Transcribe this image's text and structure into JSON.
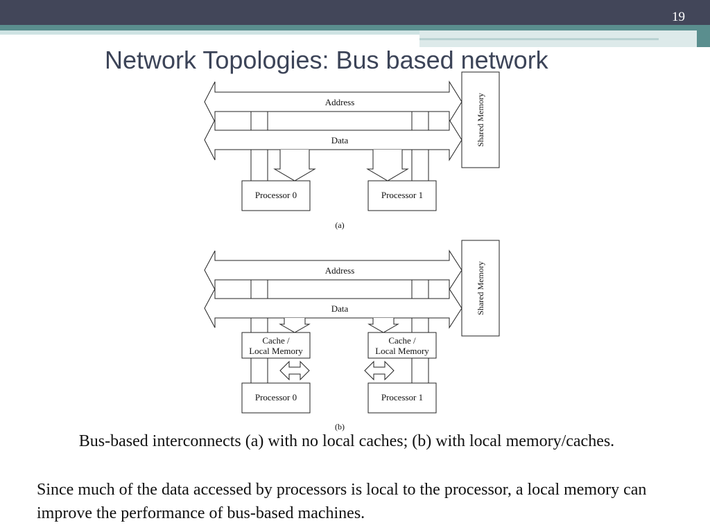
{
  "slide": {
    "number": "19",
    "title": "Network Topologies: Bus based network",
    "caption": "Bus-based interconnects (a) with no local caches; (b) with local memory/caches.",
    "body": "Since much of the data accessed by processors is local to the processor, a local memory can improve the performance of bus-based machines."
  },
  "theme": {
    "bar": "#424659",
    "teal": "#5a8e8e",
    "light_teal": "#cfe3e3",
    "title_color": "#3c4458"
  },
  "diagram_a": {
    "address_label": "Address",
    "data_label": "Data",
    "shared_memory": "Shared Memory",
    "processor0": "Processor 0",
    "processor1": "Processor 1",
    "sublabel": "(a)"
  },
  "diagram_b": {
    "address_label": "Address",
    "data_label": "Data",
    "shared_memory": "Shared Memory",
    "cache0_line1": "Cache /",
    "cache0_line2": "Local Memory",
    "cache1_line1": "Cache /",
    "cache1_line2": "Local Memory",
    "processor0": "Processor 0",
    "processor1": "Processor 1",
    "sublabel": "(b)"
  }
}
